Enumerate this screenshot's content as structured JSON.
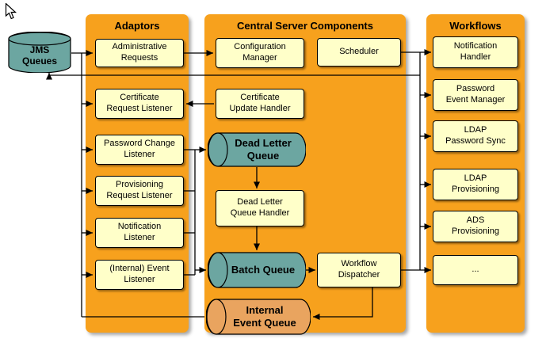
{
  "icons": {
    "cursor": "arrow-pointer"
  },
  "jms": {
    "label": "JMS\nQueues"
  },
  "panels": {
    "adaptors": {
      "title": "Adaptors",
      "items": [
        {
          "label": "Administrative\nRequests"
        },
        {
          "label": "Certificate\nRequest Listener"
        },
        {
          "label": "Password Change\nListener"
        },
        {
          "label": "Provisioning\nRequest Listener"
        },
        {
          "label": "Notification\nListener"
        },
        {
          "label": "(Internal) Event\nListener"
        }
      ]
    },
    "central": {
      "title": "Central Server Components",
      "configuration_manager": "Configuration\nManager",
      "scheduler": "Scheduler",
      "certificate_update_handler": "Certificate\nUpdate Handler",
      "dead_letter_queue": "Dead Letter\nQueue",
      "dead_letter_queue_handler": "Dead Letter\nQueue Handler",
      "batch_queue": "Batch Queue",
      "workflow_dispatcher": "Workflow\nDispatcher",
      "internal_event_queue": "Internal\nEvent Queue"
    },
    "workflows": {
      "title": "Workflows",
      "items": [
        {
          "label": "Notification\nHandler"
        },
        {
          "label": "Password\nEvent Manager"
        },
        {
          "label": "LDAP\nPassword Sync"
        },
        {
          "label": "LDAP\nProvisioning"
        },
        {
          "label": "ADS\nProvisioning"
        },
        {
          "label": "..."
        }
      ]
    }
  },
  "colors": {
    "background": "#FFFFFF",
    "panel": "#F7A11D",
    "box_fill": "#FFFFC9",
    "box_border": "#000000",
    "queue_teal": "#6CA6A1",
    "queue_orange": "#E9A45F",
    "connector": "#000000"
  }
}
